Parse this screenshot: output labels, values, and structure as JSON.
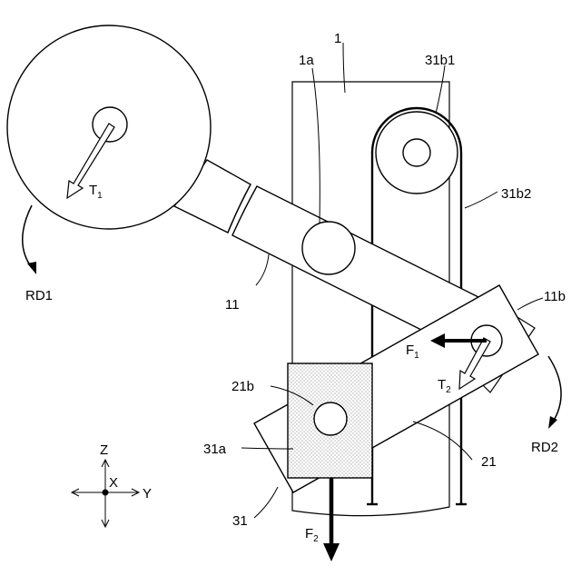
{
  "labels": {
    "base": "1",
    "base_hole": "1a",
    "arm": "11",
    "arm_end": "11b",
    "link": "21",
    "link_pin": "21b",
    "slider_assembly": "31",
    "slider_block": "31a",
    "pulley": "31b1",
    "belt": "31b2",
    "rotation_1": "RD1",
    "rotation_2": "RD2"
  },
  "forces": {
    "T1": {
      "main": "T",
      "sub": "1"
    },
    "T2": {
      "main": "T",
      "sub": "2"
    },
    "F1": {
      "main": "F",
      "sub": "1"
    },
    "F2": {
      "main": "F",
      "sub": "2"
    }
  },
  "axes": {
    "z": "Z",
    "x": "X",
    "y": "Y"
  },
  "colors": {
    "line": "#000000",
    "hatch": "#9a9a9a",
    "fill": "#ffffff"
  }
}
